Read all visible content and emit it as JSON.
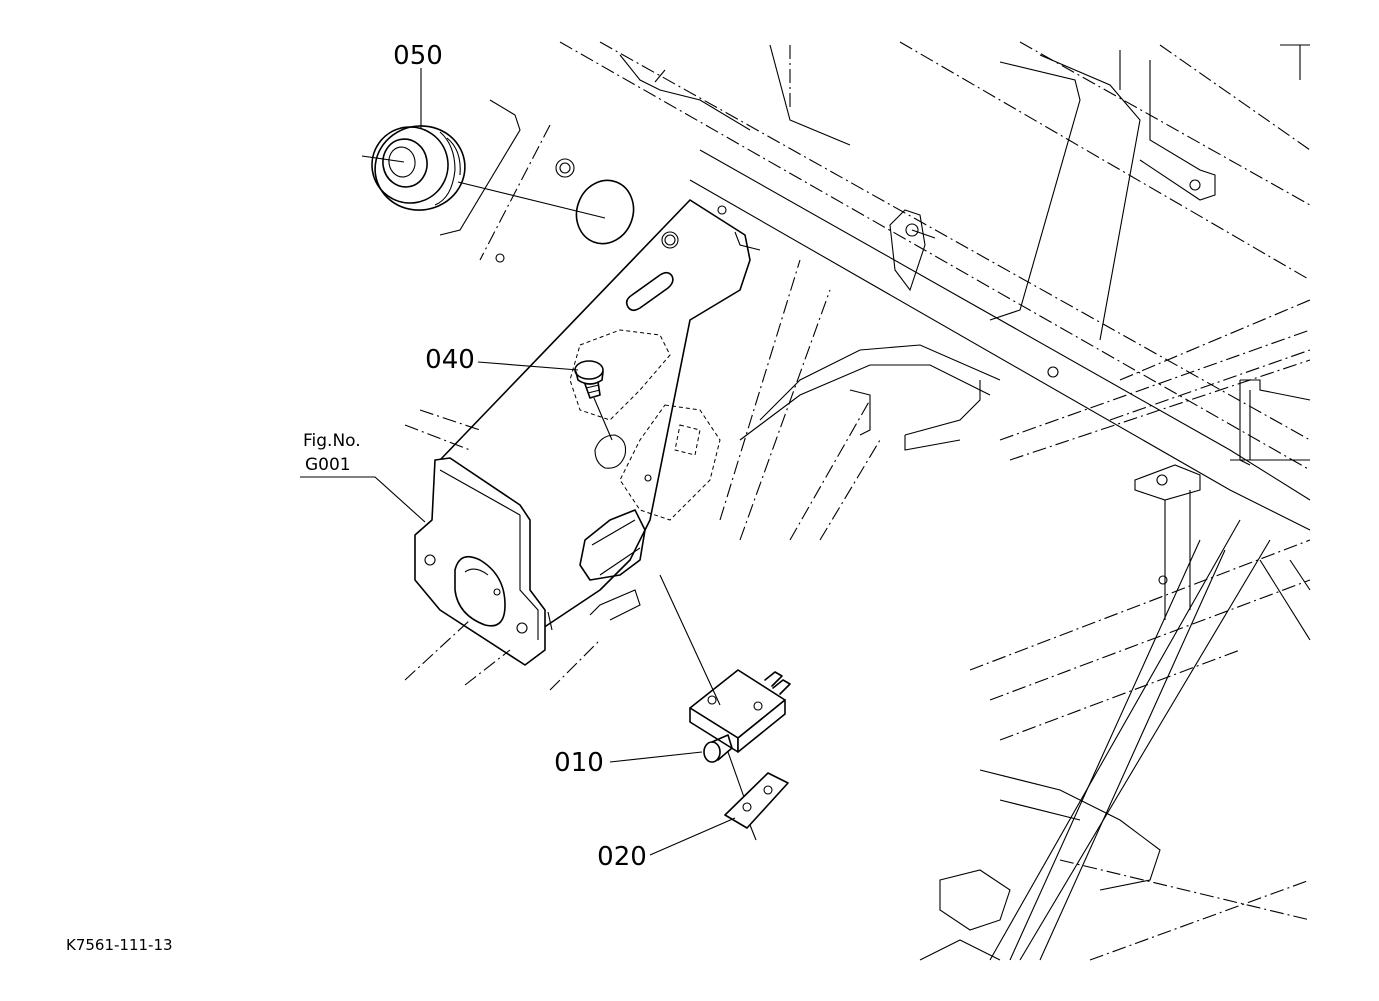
{
  "callouts": [
    {
      "id": "050",
      "label": "050"
    },
    {
      "id": "040",
      "label": "040"
    },
    {
      "id": "010",
      "label": "010"
    },
    {
      "id": "020",
      "label": "020"
    }
  ],
  "figure_ref": {
    "line1": "Fig.No.",
    "line2": "G001"
  },
  "drawing_code": "K7561-111-13"
}
